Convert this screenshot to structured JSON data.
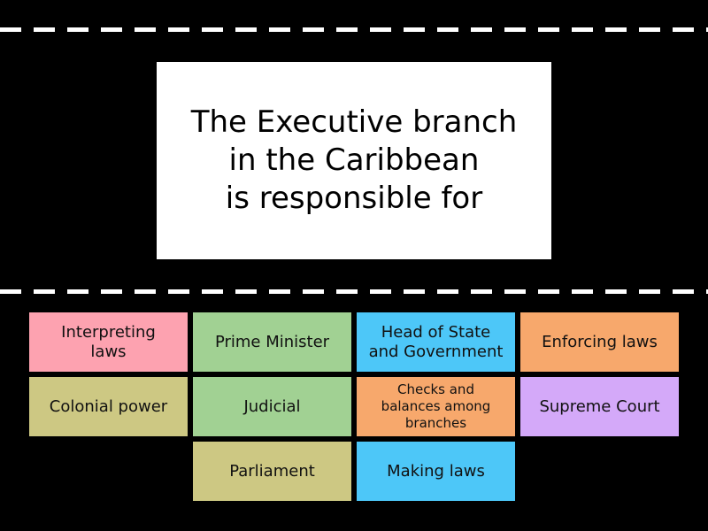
{
  "question": {
    "text": "The Executive branch\nin the Caribbean\nis responsible for"
  },
  "colors": {
    "pink": "#fda2b0",
    "green": "#a1d193",
    "blue": "#4dc7f8",
    "orange": "#f7a86c",
    "olive": "#cdc883",
    "purple": "#d4a9f9"
  },
  "tiles": [
    {
      "label": "Interpreting\nlaws",
      "color": "#fda2b0"
    },
    {
      "label": "Prime Minister",
      "color": "#a1d193"
    },
    {
      "label": "Head of State\nand Government",
      "color": "#4dc7f8"
    },
    {
      "label": "Enforcing laws",
      "color": "#f7a86c"
    },
    {
      "label": "Colonial power",
      "color": "#cdc883"
    },
    {
      "label": "Judicial",
      "color": "#a1d193"
    },
    {
      "label": "Checks and\nbalances among\nbranches",
      "color": "#f7a86c"
    },
    {
      "label": "Supreme Court",
      "color": "#d4a9f9"
    },
    {
      "label": "Parliament",
      "color": "#cdc883"
    },
    {
      "label": "Making laws",
      "color": "#4dc7f8"
    }
  ]
}
